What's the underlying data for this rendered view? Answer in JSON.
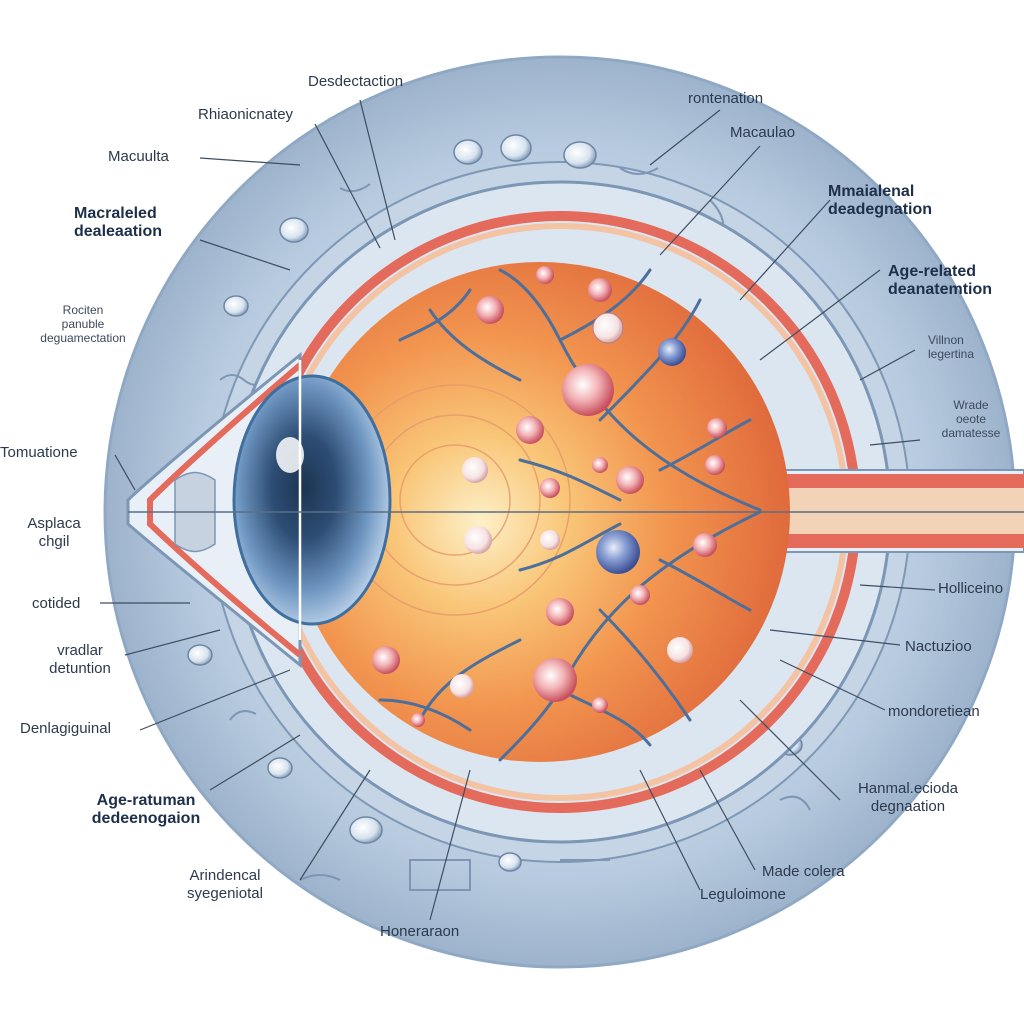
{
  "labels": {
    "top_center": "Desdectaction",
    "top_left_1": "Rhiaonicnatey",
    "top_right_1": "rontenation",
    "left_1": "Macuulta",
    "top_right_2": "Macaulao",
    "left_2": [
      "Macraleled",
      "dealeaation"
    ],
    "right_1": [
      "Mmaialenal",
      "deadegnation"
    ],
    "right_2": [
      "Age-related",
      "deanatemtion"
    ],
    "left_3": [
      "Rociten",
      "panuble",
      "deguamectation"
    ],
    "right_3": [
      "Villnon",
      "legertina"
    ],
    "right_4": [
      "Wrade",
      "oeote",
      "damatesse"
    ],
    "left_4": "Tomuatione",
    "left_5": [
      "Asplaca",
      "chgil"
    ],
    "right_5": "Holliceino",
    "left_6": "cotided",
    "right_6": "Nactuzioo",
    "left_7": [
      "vradlar",
      "detuntion"
    ],
    "right_7": "mondoretiean",
    "left_8": "Denlagiguinal",
    "left_9": [
      "Age-ratuman",
      "dedeenogaion"
    ],
    "right_8": [
      "Hanmal.ecioda",
      "degnaation"
    ],
    "bottom_left": [
      "Arindencal",
      "syegeniotal"
    ],
    "bottom_right_1": "Made colera",
    "bottom_right_2": "Leguloimone",
    "bottom_center": "Honeraraon"
  },
  "colors": {
    "outer_ring": "#a9bfd6",
    "retina_orange": "#f08c4a",
    "macula_yellow": "#fbe3a4",
    "vessel_blue": "#4d6f9a",
    "sclera_red": "#e46a5c",
    "iris_blue": "#3f6f9f"
  }
}
